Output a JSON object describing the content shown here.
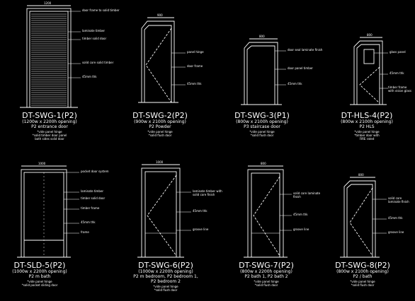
{
  "doors": [
    {
      "code": "DT-SWG-1(P2)",
      "opening": "(1200w x 2200h opening)",
      "location": "P2 entrance door",
      "notes": [
        "*vide panel hinge",
        "*solid timber door panel",
        "both sides solid door"
      ],
      "top_dim": "1200",
      "callouts": [
        "door frame to solid timber",
        "laminate timber",
        "timber solid door",
        "solid core solid timber",
        "45mm thk"
      ]
    },
    {
      "code": "DT-SWG-2(P2)",
      "opening": "(900w x 2100h opening)",
      "location": "P2 Powder",
      "notes": [
        "*vide panel hinge",
        "*solid flush door"
      ],
      "top_dim": "900",
      "callouts": [
        "panel hinge",
        "door frame",
        "45mm thk"
      ]
    },
    {
      "code": "DT-SWG-3(P1)",
      "opening": "(800w x 2100h opening)",
      "location": "P3 staircase door",
      "notes": [
        "*vide panel hinge",
        "*solid flush door"
      ],
      "top_dim": "800",
      "callouts": [
        "door seal laminate finish",
        "door panel timber",
        "45mm thk"
      ]
    },
    {
      "code": "DT-HLS-4(P2)",
      "opening": "(800w x 2100h opening)",
      "location": "P2 HLS",
      "notes": [
        "*vide panel hinge",
        "*timber door with",
        "FIRE rated"
      ],
      "top_dim": "800",
      "callouts": [
        "glass panel",
        "45mm thk",
        "timber frame with vision glass"
      ]
    },
    {
      "code": "DT-SLD-5(P2)",
      "opening": "(1000w x 2200h opening)",
      "location": "P2 m bath",
      "notes": [
        "*vide panel hinge",
        "*solid pocket sliding door"
      ],
      "top_dim": "1000",
      "callouts": [
        "pocket door system",
        "laminate timber",
        "timber solid door",
        "timber frame",
        "45mm thk",
        "frame"
      ]
    },
    {
      "code": "DT-SWG-6(P2)",
      "opening": "(1000w x 2200h opening)",
      "location": "P2 m bedroom, P2 bedroom 1,",
      "location2": "P2 bedroom 2",
      "notes": [
        "*vide panel hinge",
        "*solid flush door"
      ],
      "top_dim": "1000",
      "callouts": [
        "laminate timber with solid core finish",
        "45mm thk",
        "groove line"
      ]
    },
    {
      "code": "DT-SWG-7(P2)",
      "opening": "(800w x 2200h opening)",
      "location": "P2 bath 1, P2 bath 2",
      "notes": [
        "*vide panel hinge",
        "*solid flush door"
      ],
      "top_dim": "800",
      "callouts": [
        "solid core laminate finish",
        "45mm thk",
        "groove line"
      ]
    },
    {
      "code": "DT-SWG-8(P2)",
      "opening": "(800w x 2100h opening)",
      "location": "P2 / bath",
      "notes": [
        "*vide panel hinge",
        "*solid flush door"
      ],
      "top_dim": "800",
      "callouts": [
        "solid core laminate finish",
        "45mm thk",
        "groove line"
      ]
    }
  ],
  "colors": {
    "background": "#000000",
    "line": "#ffffff"
  }
}
